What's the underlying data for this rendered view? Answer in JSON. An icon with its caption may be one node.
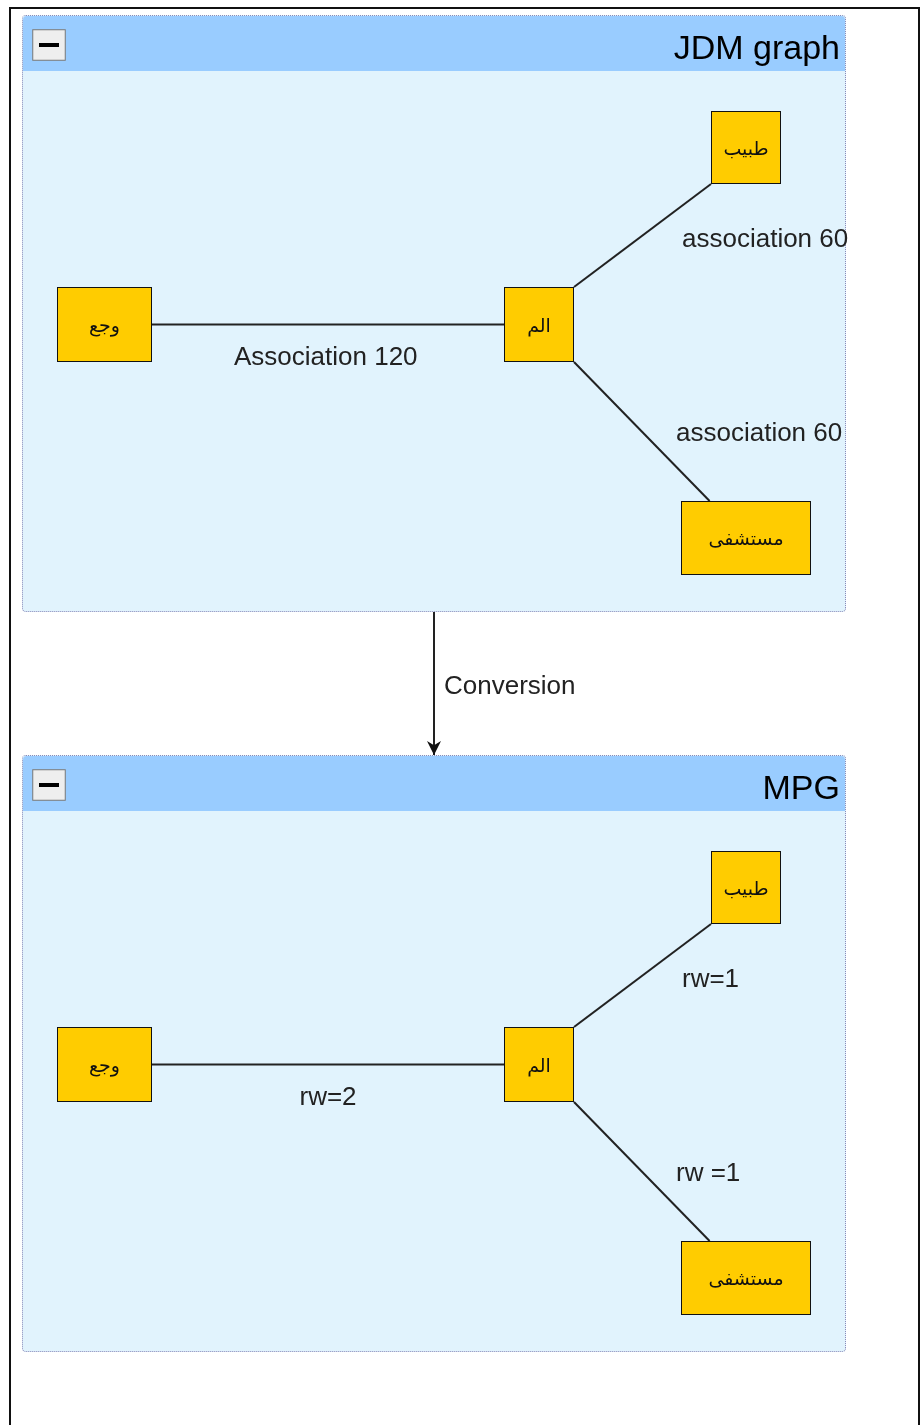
{
  "diagram": {
    "nodes": [
      {
        "text": [
          "JDM graph"
        ]
      },
      {
        "text": [
          "طبيب"
        ],
        "in": 0
      },
      {
        "text": [
          "وجع"
        ],
        "in": 0
      },
      {
        "text": [
          "الم"
        ],
        "in": 0
      },
      {
        "text": [
          "مستشفى"
        ],
        "in": 0
      },
      {
        "text": [
          "MPG"
        ]
      },
      {
        "text": [
          "طبيب"
        ],
        "in": 5
      },
      {
        "text": [
          "وجع"
        ],
        "in": 5
      },
      {
        "text": [
          "الم"
        ],
        "in": 5
      },
      {
        "text": [
          "مستشفى"
        ],
        "in": 5
      }
    ],
    "edges": [
      {
        "from": 2,
        "to": 3,
        "arrow": "none",
        "label": "Association 120"
      },
      {
        "from": 3,
        "to": 1,
        "arrow": "none",
        "label": "association 60"
      },
      {
        "from": 3,
        "to": 4,
        "arrow": "none",
        "label": "association 60"
      },
      {
        "from": 0,
        "to": 5,
        "arrow": "to",
        "label": "Conversion"
      },
      {
        "from": 7,
        "to": 8,
        "arrow": "none",
        "label": "rw=2"
      },
      {
        "from": 8,
        "to": 6,
        "arrow": "none",
        "label": "rw=1"
      },
      {
        "from": 8,
        "to": 9,
        "arrow": "none",
        "label": "rw =1"
      }
    ]
  }
}
